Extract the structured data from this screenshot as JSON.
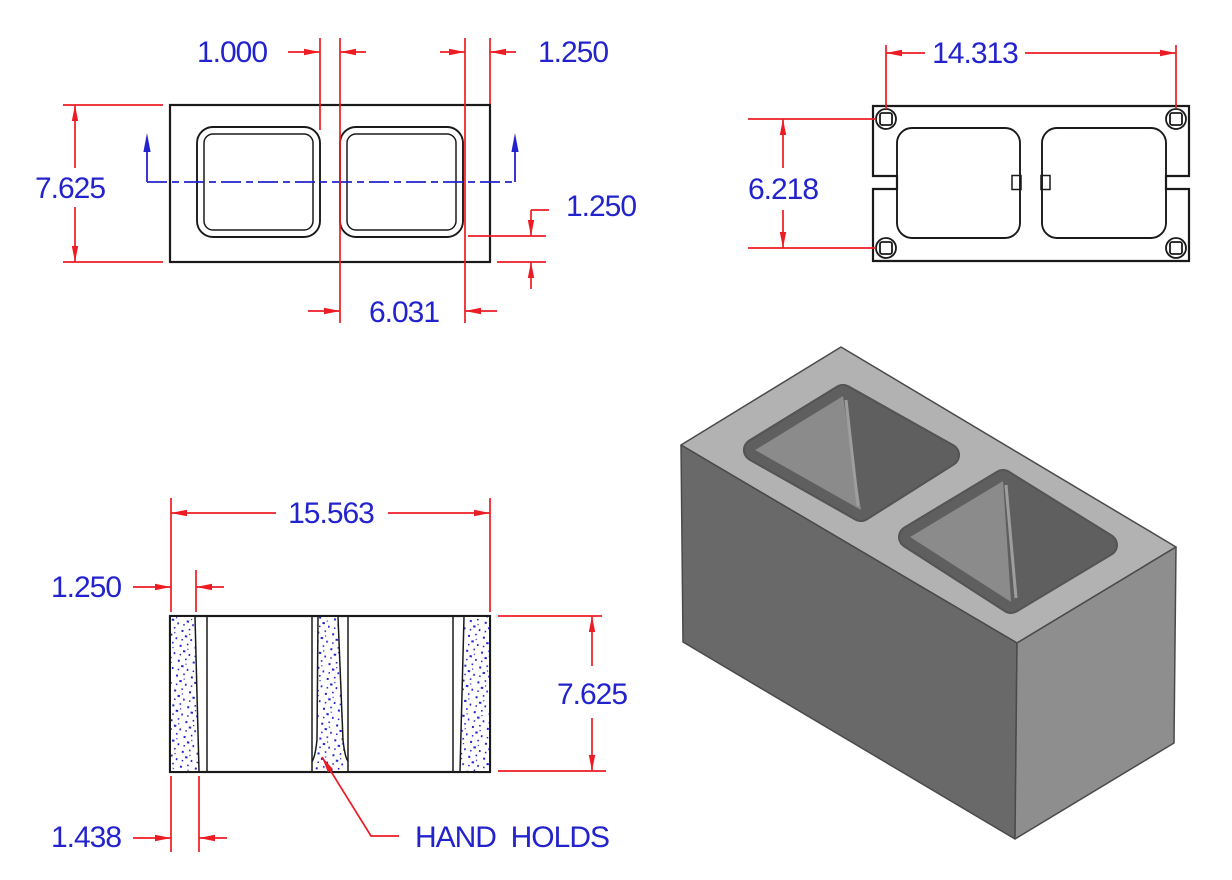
{
  "views": {
    "top": {
      "dims": {
        "web": "1.000",
        "right_wall": "1.250",
        "height": "7.625",
        "bottom_wall": "1.250",
        "core_width": "6.031"
      }
    },
    "bottom": {
      "dims": {
        "hole_span": "14.313",
        "depth": "6.218"
      }
    },
    "section": {
      "dims": {
        "length": "15.563",
        "top_shell": "1.250",
        "height": "7.625",
        "bottom_shell": "1.438"
      },
      "callout": "HAND  HOLDS"
    }
  },
  "colors": {
    "dimension_lines": "#ed1c24",
    "dimension_text": "#2323cd",
    "outline": "#1a1a1a",
    "stipple_dots": "#2323cd",
    "iso_top_face": "#b2b2b2",
    "iso_front_face": "#696969",
    "iso_right_face": "#8e8e8e",
    "iso_hole_dark": "#5f5f5f",
    "iso_hole_light": "#8b8b8b"
  }
}
